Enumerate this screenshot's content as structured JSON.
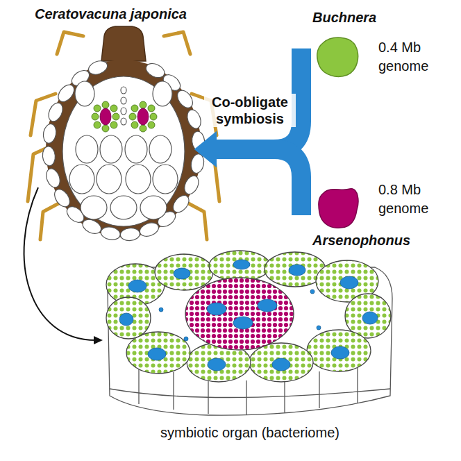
{
  "diagram": {
    "nodes": [
      {
        "text": [
          "Ceratovacuna japonica"
        ]
      },
      {
        "text": [
          "Buchnera",
          "0.4 Mb genome"
        ]
      },
      {
        "text": [
          "0.8 Mb genome",
          "Arsenophonus"
        ]
      },
      {
        "text": [
          "symbiotic organ (bacteriome)"
        ]
      }
    ],
    "edges": [
      {
        "from": 1,
        "to": 0,
        "arrow": "to",
        "label": "Co-obligate symbiosis"
      },
      {
        "from": 2,
        "to": 0,
        "arrow": "to"
      },
      {
        "from": 0,
        "to": 3,
        "arrow": "to"
      }
    ]
  }
}
